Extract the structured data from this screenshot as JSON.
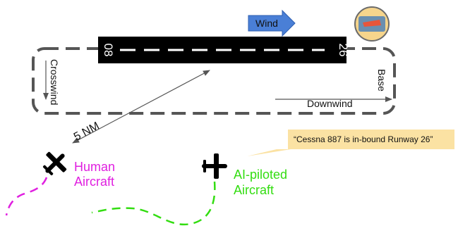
{
  "wind": {
    "label": "Wind",
    "arrow_color": "#4a7fd6"
  },
  "runway": {
    "end_left": "08",
    "end_right": "26",
    "color": "#000000"
  },
  "pattern": {
    "crosswind_label": "Crosswind",
    "downwind_label": "Downwind",
    "base_label": "Base",
    "line_color": "#555555"
  },
  "distance": {
    "label": "5 NM"
  },
  "human_aircraft": {
    "label_line1": "Human",
    "label_line2": "Aircraft",
    "color": "#e020e0",
    "icon": "airplane-icon"
  },
  "ai_aircraft": {
    "label_line1": "AI-piloted",
    "label_line2": "Aircraft",
    "color": "#33dd11",
    "icon": "airplane-icon"
  },
  "radio_call": {
    "text": "“Cessna 887 is in-bound Runway 26”",
    "bubble_color": "#fbe2a3"
  },
  "windsock": {
    "icon": "windsock-icon",
    "badge_color": "#f6d58c"
  }
}
